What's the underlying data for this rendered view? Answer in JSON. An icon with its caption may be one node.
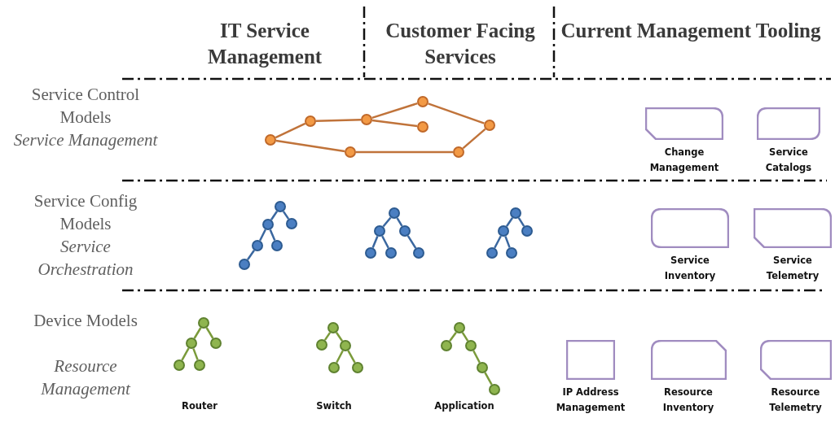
{
  "diagram": {
    "nodes": [
      {
        "text": [],
        "shape": "circle"
      },
      {
        "text": [],
        "shape": "circle"
      },
      {
        "text": [],
        "shape": "circle"
      },
      {
        "text": [],
        "shape": "circle"
      },
      {
        "text": [],
        "shape": "circle"
      },
      {
        "text": [],
        "shape": "circle"
      },
      {
        "text": [],
        "shape": "circle"
      },
      {
        "text": [],
        "shape": "circle"
      },
      {
        "text": [
          "Change Management"
        ]
      },
      {
        "text": [
          "Service Catalogs"
        ]
      },
      {
        "text": [],
        "shape": "circle"
      },
      {
        "text": [],
        "shape": "circle"
      },
      {
        "text": [],
        "shape": "circle"
      },
      {
        "text": [],
        "shape": "circle"
      },
      {
        "text": [],
        "shape": "circle"
      },
      {
        "text": [],
        "shape": "circle"
      },
      {
        "text": [],
        "shape": "circle"
      },
      {
        "text": [],
        "shape": "circle"
      },
      {
        "text": [],
        "shape": "circle"
      },
      {
        "text": [],
        "shape": "circle"
      },
      {
        "text": [],
        "shape": "circle"
      },
      {
        "text": [],
        "shape": "circle"
      },
      {
        "text": [],
        "shape": "circle"
      },
      {
        "text": [],
        "shape": "circle"
      },
      {
        "text": [],
        "shape": "circle"
      },
      {
        "text": [],
        "shape": "circle"
      },
      {
        "text": [],
        "shape": "circle"
      },
      {
        "text": [
          "Service Inventory"
        ]
      },
      {
        "text": [
          "Service Telemetry"
        ]
      },
      {
        "text": [],
        "shape": "circle"
      },
      {
        "text": [],
        "shape": "circle"
      },
      {
        "text": [],
        "shape": "circle"
      },
      {
        "text": [],
        "shape": "circle"
      },
      {
        "text": [],
        "shape": "circle"
      },
      {
        "text": [],
        "shape": "circle"
      },
      {
        "text": [],
        "shape": "circle"
      },
      {
        "text": [],
        "shape": "circle"
      },
      {
        "text": [],
        "shape": "circle"
      },
      {
        "text": [],
        "shape": "circle"
      },
      {
        "text": [],
        "shape": "circle"
      },
      {
        "text": [],
        "shape": "circle"
      },
      {
        "text": [],
        "shape": "circle"
      },
      {
        "text": [],
        "shape": "circle"
      },
      {
        "text": [],
        "shape": "circle"
      },
      {
        "text": [
          "IP Address Management"
        ]
      },
      {
        "text": [
          "Resource Inventory"
        ]
      },
      {
        "text": [
          "Resource Telemetry"
        ]
      }
    ],
    "edges": [
      {
        "from": 0,
        "to": 1,
        "arrow": "none",
        "color": "#c0733a"
      },
      {
        "from": 1,
        "to": 2,
        "arrow": "none",
        "color": "#c0733a"
      },
      {
        "from": 2,
        "to": 3,
        "arrow": "none",
        "color": "#c0733a"
      },
      {
        "from": 2,
        "to": 4,
        "arrow": "none",
        "color": "#c0733a"
      },
      {
        "from": 3,
        "to": 5,
        "arrow": "none",
        "color": "#c0733a"
      },
      {
        "from": 5,
        "to": 7,
        "arrow": "none",
        "color": "#c0733a"
      },
      {
        "from": 7,
        "to": 6,
        "arrow": "none",
        "color": "#c0733a"
      },
      {
        "from": 6,
        "to": 0,
        "arrow": "none",
        "color": "#c0733a"
      },
      {
        "from": 10,
        "to": 11,
        "arrow": "none"
      },
      {
        "from": 10,
        "to": 12,
        "arrow": "none"
      },
      {
        "from": 11,
        "to": 13,
        "arrow": "none"
      },
      {
        "from": 11,
        "to": 14,
        "arrow": "none"
      },
      {
        "from": 13,
        "to": 15,
        "arrow": "none"
      },
      {
        "from": 16,
        "to": 17,
        "arrow": "none"
      },
      {
        "from": 16,
        "to": 18,
        "arrow": "none"
      },
      {
        "from": 17,
        "to": 19,
        "arrow": "none"
      },
      {
        "from": 17,
        "to": 20,
        "arrow": "none"
      },
      {
        "from": 18,
        "to": 21,
        "arrow": "none"
      },
      {
        "from": 22,
        "to": 23,
        "arrow": "none"
      },
      {
        "from": 22,
        "to": 24,
        "arrow": "none"
      },
      {
        "from": 23,
        "to": 25,
        "arrow": "none"
      },
      {
        "from": 23,
        "to": 26,
        "arrow": "none"
      },
      {
        "from": 29,
        "to": 30,
        "arrow": "none",
        "color": "#7a9a3a"
      },
      {
        "from": 29,
        "to": 31,
        "arrow": "none",
        "color": "#7a9a3a"
      },
      {
        "from": 30,
        "to": 32,
        "arrow": "none",
        "color": "#7a9a3a"
      },
      {
        "from": 30,
        "to": 33,
        "arrow": "none",
        "color": "#7a9a3a"
      },
      {
        "from": 34,
        "to": 35,
        "arrow": "none",
        "color": "#7a9a3a"
      },
      {
        "from": 34,
        "to": 36,
        "arrow": "none",
        "color": "#7a9a3a"
      },
      {
        "from": 36,
        "to": 37,
        "arrow": "none",
        "color": "#7a9a3a"
      },
      {
        "from": 36,
        "to": 38,
        "arrow": "none",
        "color": "#7a9a3a"
      },
      {
        "from": 39,
        "to": 40,
        "arrow": "none",
        "color": "#7a9a3a"
      },
      {
        "from": 39,
        "to": 41,
        "arrow": "none",
        "color": "#7a9a3a"
      },
      {
        "from": 41,
        "to": 42,
        "arrow": "none",
        "color": "#7a9a3a"
      },
      {
        "from": 42,
        "to": 43,
        "arrow": "none",
        "color": "#7a9a3a"
      }
    ],
    "labels": [
      "IT Service Management",
      "Customer Facing Services",
      "Current Management Tooling",
      "Service Control Models",
      "Service Management",
      "Service Config Models",
      "Service Orchestration",
      "Device Models",
      "Resource Management",
      "Router",
      "Switch",
      "Application"
    ]
  }
}
